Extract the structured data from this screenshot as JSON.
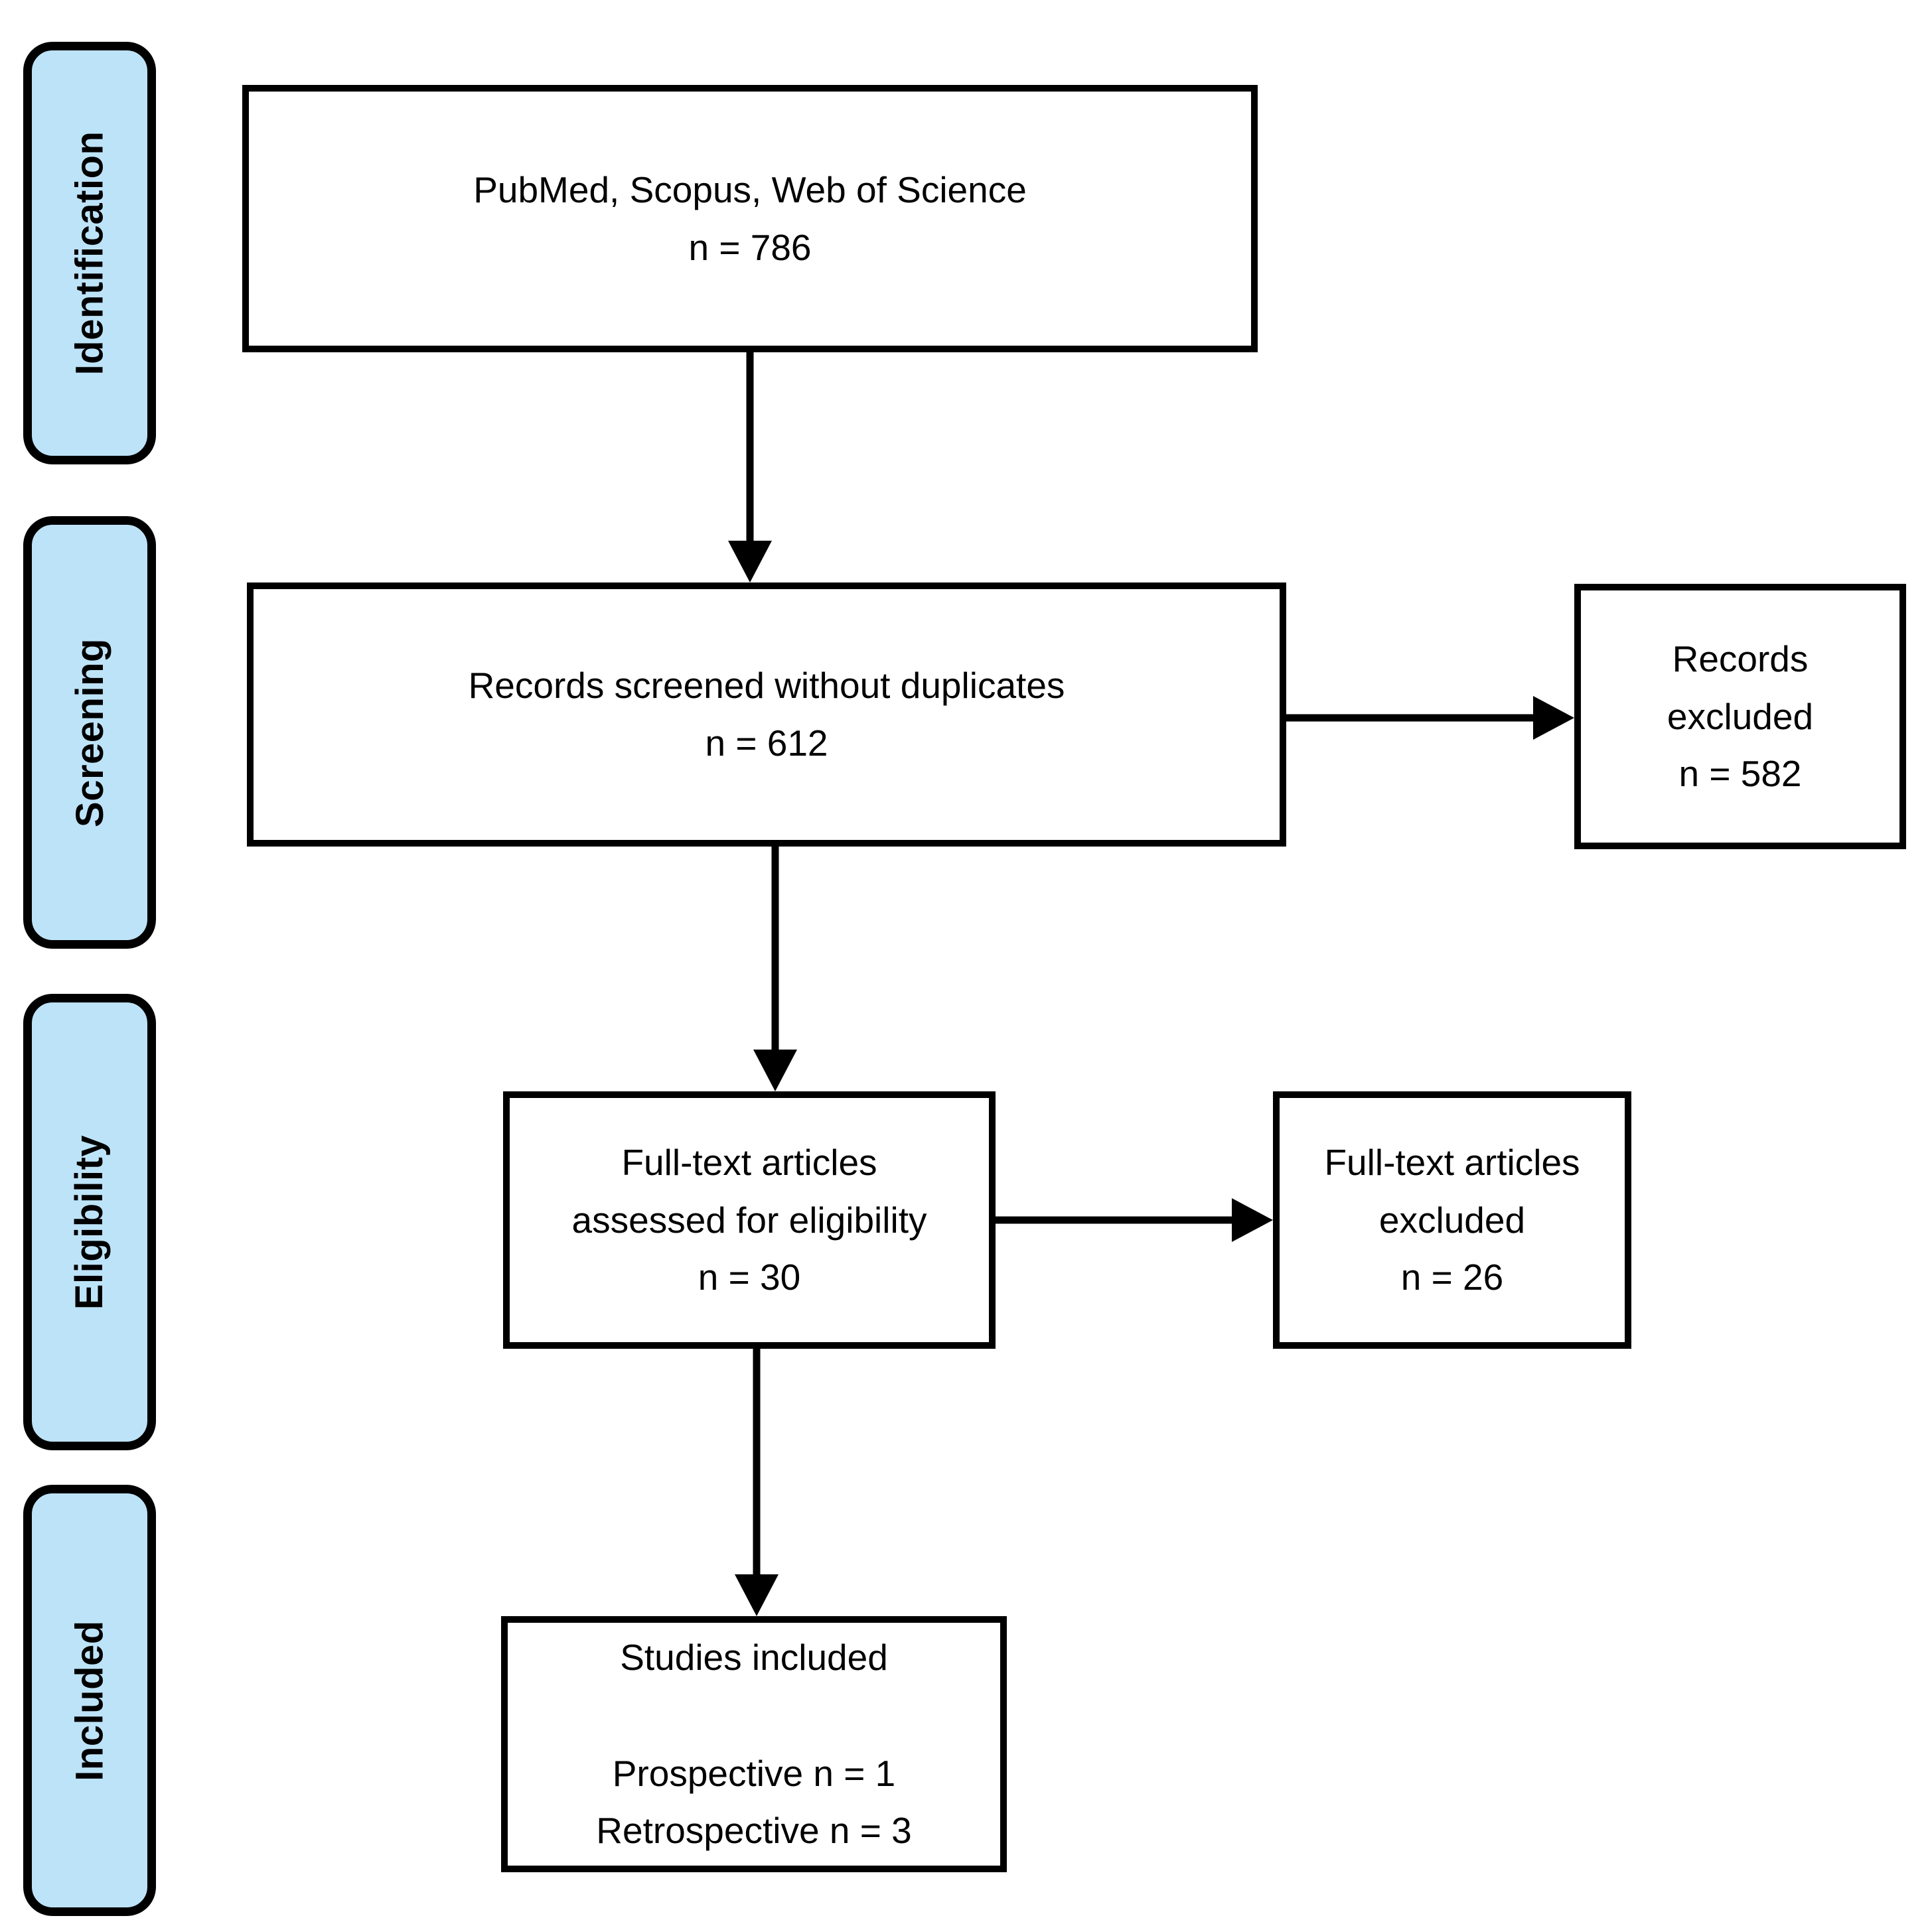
{
  "figure": {
    "stages": [
      {
        "label": "Identification"
      },
      {
        "label": "Screening"
      },
      {
        "label": "Eligibility"
      },
      {
        "label": "Included"
      }
    ],
    "boxes": {
      "sources": {
        "lines": [
          "PubMed, Scopus, Web of Science",
          "n = 786"
        ]
      },
      "screened": {
        "lines": [
          "Records screened without duplicates",
          "n = 612"
        ]
      },
      "records_excluded": {
        "lines": [
          "Records",
          "excluded",
          "n = 582"
        ]
      },
      "fulltext": {
        "lines": [
          "Full-text articles",
          "assessed for eligibility",
          "n = 30"
        ]
      },
      "fulltext_excluded": {
        "lines": [
          "Full-text articles",
          "excluded",
          "n = 26"
        ]
      },
      "included": {
        "title": "Studies included",
        "lines": [
          "Prospective n = 1",
          "Retrospective n = 3"
        ]
      }
    },
    "colors": {
      "stage_fill": "#BDE3F8",
      "outline": "#000000",
      "background": "#FFFFFF"
    }
  }
}
